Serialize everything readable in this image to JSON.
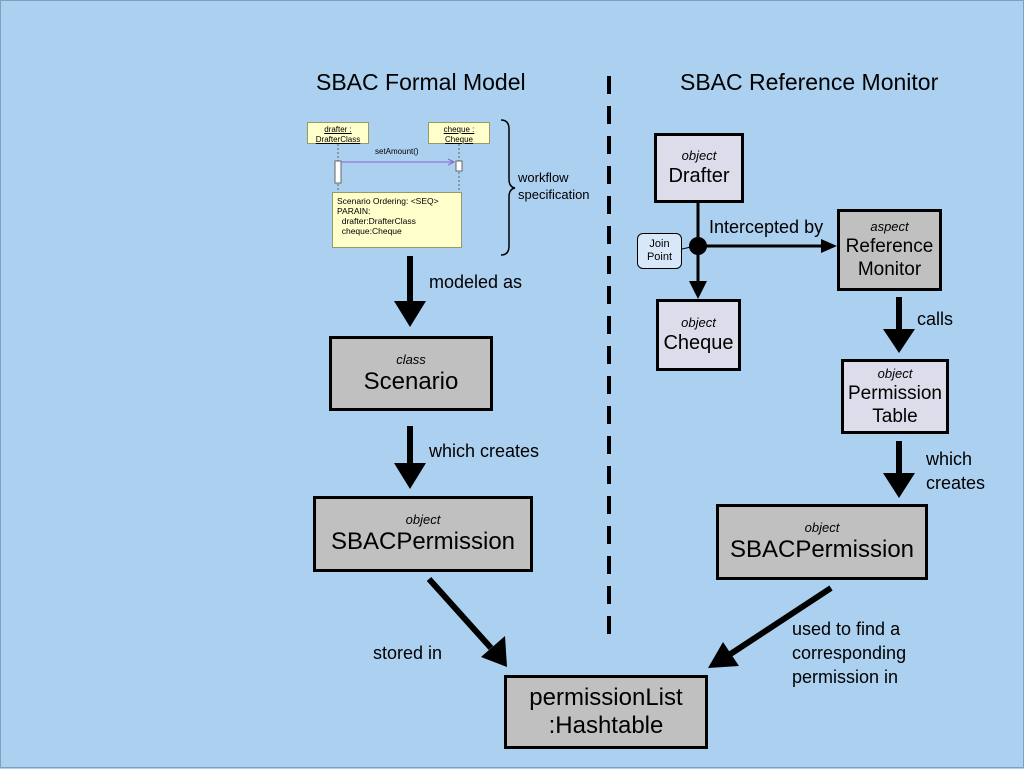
{
  "formal_model": {
    "title": "SBAC Formal Model",
    "seq_diagram": {
      "lifeline_1": "drafter : DrafterClass",
      "lifeline_2": "cheque : Cheque",
      "message": "setAmount()",
      "note": "Scenario Ordering: <SEQ>\nPARAIN:\n  drafter:DrafterClass\n  cheque:Cheque"
    },
    "brace_label": "workflow\nspecification",
    "edge_modeled": "modeled as",
    "scenario": {
      "type": "class",
      "name": "Scenario"
    },
    "edge_creates": "which creates",
    "permission": {
      "type": "object",
      "name": "SBACPermission"
    },
    "edge_stored": "stored in"
  },
  "reference_monitor": {
    "title": "SBAC Reference Monitor",
    "drafter": {
      "type": "object",
      "name": "Drafter"
    },
    "edge_intercepted": "Intercepted by",
    "join_point": "Join\nPoint",
    "aspect": {
      "type": "aspect",
      "name": "Reference\nMonitor"
    },
    "cheque": {
      "type": "object",
      "name": "Cheque"
    },
    "edge_calls": "calls",
    "perm_table": {
      "type": "object",
      "name": "Permission\nTable"
    },
    "edge_creates": "which\ncreates",
    "permission": {
      "type": "object",
      "name": "SBACPermission"
    },
    "edge_used": "used to find a\ncorresponding\npermission in"
  },
  "hashtable": {
    "name": "permissionList\n:Hashtable"
  },
  "colors": {
    "background": "#acd0f0",
    "box_gray": "#c0c0c0",
    "box_light": "#dcdcea",
    "note_fill": "#ffffcc"
  }
}
